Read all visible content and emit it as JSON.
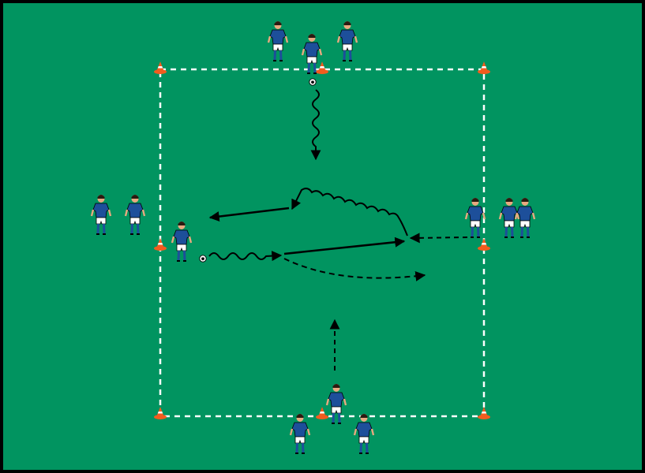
{
  "diagram": {
    "colors": {
      "pitch": "#019460",
      "border": "#000000",
      "boundary_line": "#ffffff",
      "player_shirt": "#1d4f9a",
      "player_shorts": "#ffffff",
      "player_socks": "#1d4f9a",
      "player_skin": "#e9a980",
      "player_hair": "#2a1a10",
      "cone": "#f25c1e",
      "cone_stripe": "#ffffff",
      "arrow": "#000000",
      "ball": "#ffffff"
    },
    "icons": {
      "player": "player-icon",
      "cone": "cone-icon",
      "ball": "soccer-ball-icon"
    },
    "movement_key": {
      "pass": "solid-arrow",
      "dribble": "wavy-arrow",
      "run_without_ball": "dashed-arrow"
    }
  }
}
